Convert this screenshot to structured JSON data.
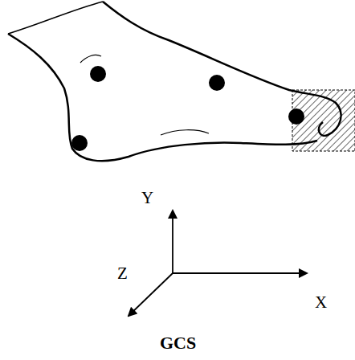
{
  "diagram": {
    "caption": "GCS",
    "labels": [
      "Y",
      "Z",
      "X"
    ]
  }
}
